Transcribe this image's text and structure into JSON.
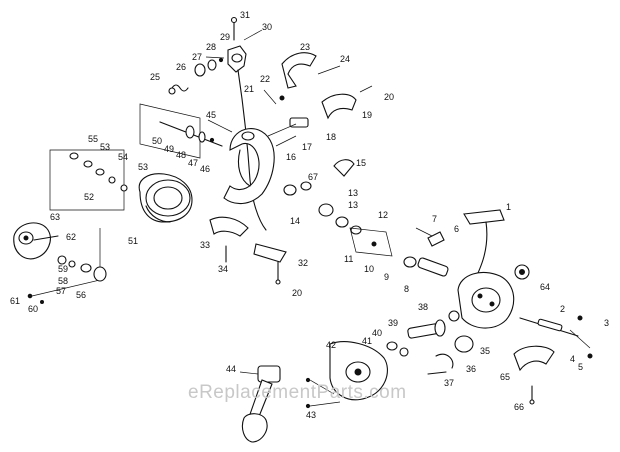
{
  "watermark": "eReplacementParts.com",
  "callouts": [
    {
      "id": "c31",
      "label": "31"
    },
    {
      "id": "c30",
      "label": "30"
    },
    {
      "id": "c29",
      "label": "29"
    },
    {
      "id": "c28",
      "label": "28"
    },
    {
      "id": "c27",
      "label": "27"
    },
    {
      "id": "c26",
      "label": "26"
    },
    {
      "id": "c25",
      "label": "25"
    },
    {
      "id": "c23",
      "label": "23"
    },
    {
      "id": "c24",
      "label": "24"
    },
    {
      "id": "c22",
      "label": "22"
    },
    {
      "id": "c21",
      "label": "21"
    },
    {
      "id": "c20a",
      "label": "20"
    },
    {
      "id": "c19",
      "label": "19"
    },
    {
      "id": "c18",
      "label": "18"
    },
    {
      "id": "c17",
      "label": "17"
    },
    {
      "id": "c16",
      "label": "16"
    },
    {
      "id": "c15",
      "label": "15"
    },
    {
      "id": "c45",
      "label": "45"
    },
    {
      "id": "c50",
      "label": "50"
    },
    {
      "id": "c49",
      "label": "49"
    },
    {
      "id": "c48",
      "label": "48"
    },
    {
      "id": "c47",
      "label": "47"
    },
    {
      "id": "c46",
      "label": "46"
    },
    {
      "id": "c55",
      "label": "55"
    },
    {
      "id": "c53a",
      "label": "53"
    },
    {
      "id": "c54",
      "label": "54"
    },
    {
      "id": "c53b",
      "label": "53"
    },
    {
      "id": "c52",
      "label": "52"
    },
    {
      "id": "c51",
      "label": "51"
    },
    {
      "id": "c67",
      "label": "67"
    },
    {
      "id": "c14",
      "label": "14"
    },
    {
      "id": "c13a",
      "label": "13"
    },
    {
      "id": "c13b",
      "label": "13"
    },
    {
      "id": "c12",
      "label": "12"
    },
    {
      "id": "c11",
      "label": "11"
    },
    {
      "id": "c10",
      "label": "10"
    },
    {
      "id": "c9",
      "label": "9"
    },
    {
      "id": "c8",
      "label": "8"
    },
    {
      "id": "c7",
      "label": "7"
    },
    {
      "id": "c6",
      "label": "6"
    },
    {
      "id": "c1",
      "label": "1"
    },
    {
      "id": "c64",
      "label": "64"
    },
    {
      "id": "c2",
      "label": "2"
    },
    {
      "id": "c3",
      "label": "3"
    },
    {
      "id": "c4",
      "label": "4"
    },
    {
      "id": "c5",
      "label": "5"
    },
    {
      "id": "c33",
      "label": "33"
    },
    {
      "id": "c34",
      "label": "34"
    },
    {
      "id": "c32",
      "label": "32"
    },
    {
      "id": "c20b",
      "label": "20"
    },
    {
      "id": "c63",
      "label": "63"
    },
    {
      "id": "c62",
      "label": "62"
    },
    {
      "id": "c59",
      "label": "59"
    },
    {
      "id": "c58",
      "label": "58"
    },
    {
      "id": "c57",
      "label": "57"
    },
    {
      "id": "c56",
      "label": "56"
    },
    {
      "id": "c61",
      "label": "61"
    },
    {
      "id": "c60",
      "label": "60"
    },
    {
      "id": "c38",
      "label": "38"
    },
    {
      "id": "c39",
      "label": "39"
    },
    {
      "id": "c40",
      "label": "40"
    },
    {
      "id": "c41",
      "label": "41"
    },
    {
      "id": "c42",
      "label": "42"
    },
    {
      "id": "c35",
      "label": "35"
    },
    {
      "id": "c36",
      "label": "36"
    },
    {
      "id": "c37",
      "label": "37"
    },
    {
      "id": "c65",
      "label": "65"
    },
    {
      "id": "c66",
      "label": "66"
    },
    {
      "id": "c44",
      "label": "44"
    },
    {
      "id": "c43",
      "label": "43"
    }
  ]
}
